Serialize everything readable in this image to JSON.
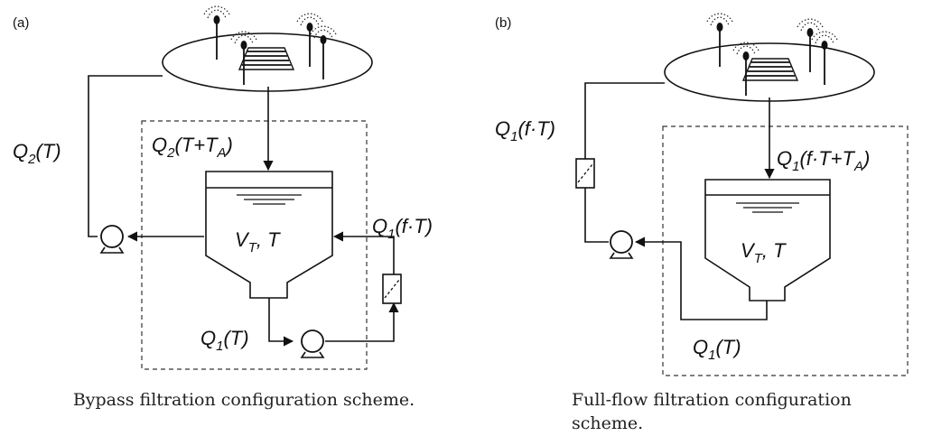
{
  "panel_a": {
    "tag": "(a)",
    "q2_t": {
      "main": "Q",
      "sub": "2",
      "tail": "(T)"
    },
    "q2_tta": {
      "main": "Q",
      "sub": "2",
      "mid": "(T+T",
      "sub2": "A",
      "tail": ")"
    },
    "tank": {
      "main": "V",
      "sub": "T",
      "tail": ", T"
    },
    "q1_ft": {
      "main": "Q",
      "sub": "1",
      "tail": "(f·T)"
    },
    "q1_t": {
      "main": "Q",
      "sub": "1",
      "tail": "(T)"
    },
    "caption": "Bypass filtration configuration scheme."
  },
  "panel_b": {
    "tag": "(b)",
    "q1_ft": {
      "main": "Q",
      "sub": "1",
      "tail": "(f·T)"
    },
    "q1_ftta": {
      "main": "Q",
      "sub": "1",
      "mid": "(f·T+T",
      "sub2": "A",
      "tail": ")"
    },
    "tank": {
      "main": "V",
      "sub": "T",
      "tail": ", T"
    },
    "q1_t": {
      "main": "Q",
      "sub": "1",
      "tail": "(T)"
    },
    "caption_line1": "Full-flow filtration configuration",
    "caption_line2": "scheme."
  }
}
